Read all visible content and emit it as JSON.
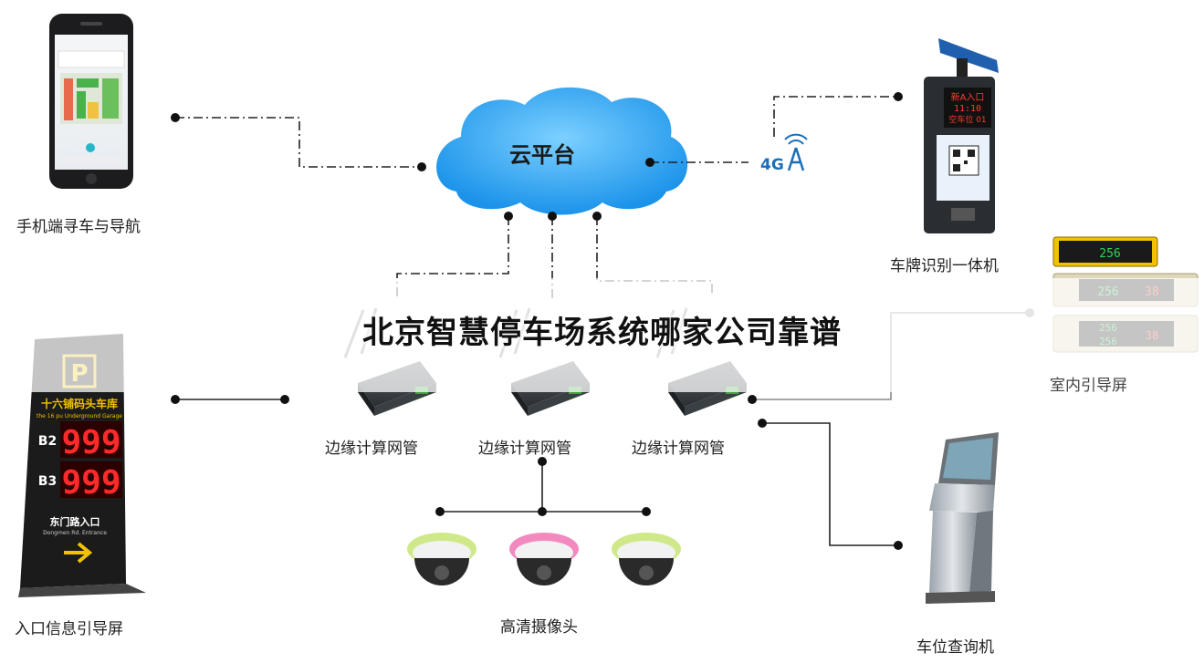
{
  "cloud": {
    "label": "云平台"
  },
  "headline": "北京智慧停车场系统哪家公司靠谱",
  "nodes": {
    "phone": "手机端寻车与导航",
    "plate_cam": "车牌识别一体机",
    "indoor_screen": "室内引导屏",
    "entrance_screen": "入口信息引导屏",
    "gateway_1": "边缘计算网管",
    "gateway_2": "边缘计算网管",
    "gateway_3": "边缘计算网管",
    "cameras": "高清摄像头",
    "kiosk": "车位查询机"
  },
  "entrance_sign": {
    "title": "十六铺码头车库",
    "subtitle": "the 16 pu Underground Garage",
    "rows": [
      {
        "level": "B2",
        "count": "999"
      },
      {
        "level": "B3",
        "count": "999"
      }
    ],
    "footer": "东门路入口",
    "footer_sub": "Dongmen Rd. Entrance"
  },
  "plate_cam_screen": {
    "line1": "新A入口",
    "line2": "11:10",
    "line3": "空车位 01"
  },
  "indoor_counts": [
    "256",
    "256",
    "256",
    "38",
    "256",
    "38"
  ],
  "net_badge": "4G",
  "colors": {
    "wire": "#222222",
    "cloud": "#1e9bf0",
    "cloud_light": "#5fc0ff",
    "sign_bg": "#1b1b1b",
    "led": "#ff2a2a",
    "accent_yellow": "#f2c200"
  }
}
